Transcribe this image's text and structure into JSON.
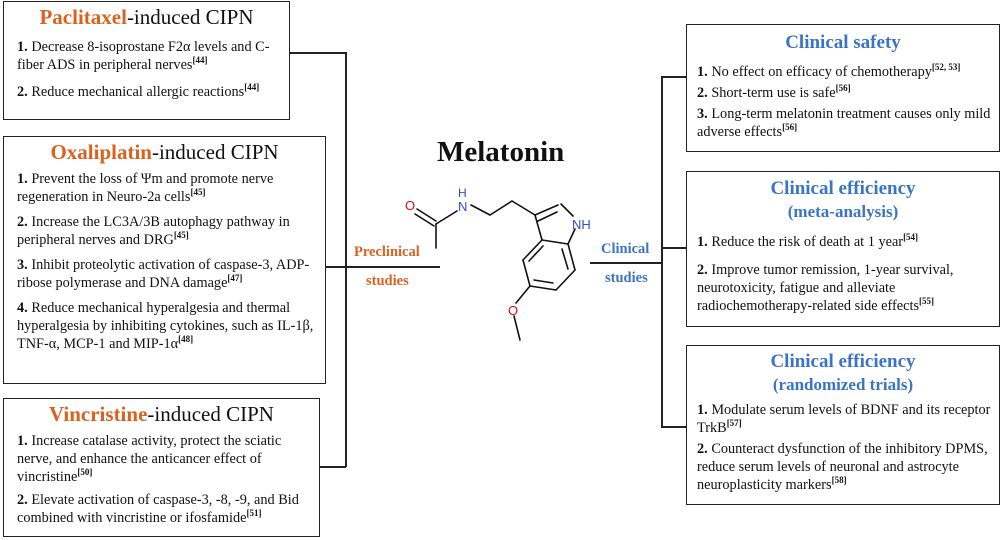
{
  "center_title": "Melatonin",
  "preclinical_label": [
    "Preclinical",
    "studies"
  ],
  "clinical_label": [
    "Clinical",
    "studies"
  ],
  "molecule_atoms": {
    "n_amide": "N",
    "h_amide": "H",
    "nh_indole": "NH",
    "o_carbonyl": "O",
    "o_methoxy": "O"
  },
  "paclitaxel": {
    "drug": "Paclitaxel",
    "suffix": "-induced CIPN",
    "items": [
      {
        "num": "1.",
        "text": "Decrease 8-isoprostane F2α levels and C-fiber ADS in peripheral nerves",
        "ref": "[44]"
      },
      {
        "num": "2.",
        "text": "Reduce mechanical allergic reactions",
        "ref": "[44]"
      }
    ]
  },
  "oxaliplatin": {
    "drug": "Oxaliplatin",
    "suffix": "-induced CIPN",
    "items": [
      {
        "num": "1.",
        "text": "Prevent the loss of Ψm and promote nerve regeneration in Neuro-2a cells",
        "ref": "[45]"
      },
      {
        "num": "2.",
        "text": "Increase the LC3A/3B autophagy pathway in peripheral nerves and DRG",
        "ref": "[45]"
      },
      {
        "num": "3.",
        "text": "Inhibit proteolytic activation of caspase-3, ADP-ribose polymerase and DNA damage",
        "ref": "[47]"
      },
      {
        "num": "4.",
        "text": "Reduce mechanical hyperalgesia and thermal hyperalgesia by inhibiting cytokines, such as IL-1β, TNF-α, MCP-1 and MIP-1α",
        "ref": "[48]"
      }
    ]
  },
  "vincristine": {
    "drug": "Vincristine",
    "suffix": "-induced CIPN",
    "items": [
      {
        "num": "1.",
        "text": "Increase catalase activity, protect the sciatic nerve, and enhance the anticancer effect of vincristine",
        "ref": "[50]"
      },
      {
        "num": "2.",
        "text": "Elevate activation of caspase-3, -8, -9, and Bid combined with vincristine or ifosfamide",
        "ref": "[51]"
      }
    ]
  },
  "clinical_safety": {
    "title": "Clinical safety",
    "items": [
      {
        "num": "1.",
        "text": "No effect on efficacy of chemotherapy",
        "ref": "[52, 53]"
      },
      {
        "num": "2.",
        "text": "Short-term use is safe",
        "ref": "[56]"
      },
      {
        "num": "3.",
        "text": "Long-term melatonin treatment causes only mild adverse effects",
        "ref": "[56]"
      }
    ]
  },
  "clinical_meta": {
    "title": "Clinical efficiency",
    "subtitle": "(meta-analysis)",
    "items": [
      {
        "num": "1.",
        "text": "Reduce the risk of death at 1 year",
        "ref": "[54]"
      },
      {
        "num": "2.",
        "text": "Improve tumor remission, 1-year survival, neurotoxicity, fatigue and alleviate radiochemotherapy-related side effects",
        "ref": "[55]"
      }
    ]
  },
  "clinical_rct": {
    "title": "Clinical efficiency",
    "subtitle": "(randomized trials)",
    "items": [
      {
        "num": "1.",
        "text": "Modulate serum levels of BDNF and its receptor TrkB",
        "ref": "[57]"
      },
      {
        "num": "2.",
        "text": "Counteract dysfunction of the inhibitory DPMS, reduce serum levels of neuronal and astrocyte neuroplasticity markers",
        "ref": "[58]"
      }
    ]
  }
}
